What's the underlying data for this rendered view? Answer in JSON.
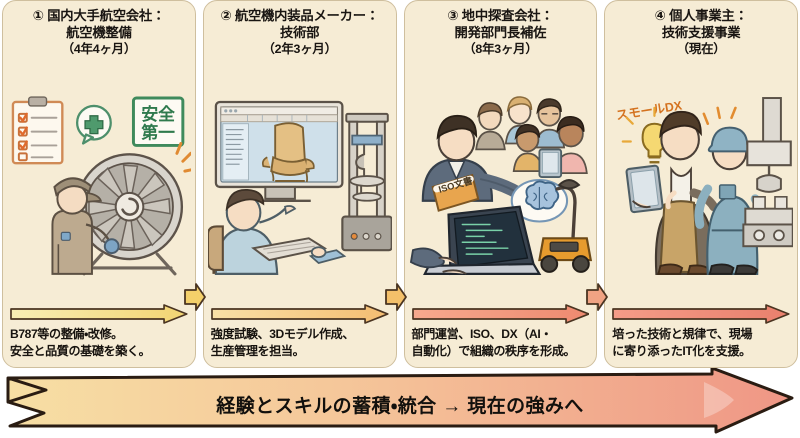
{
  "document": {
    "type": "career-timeline-infographic",
    "language": "ja",
    "background_color": "#ffffff",
    "panel_background": "#f6ecd5",
    "panel_border": "#cfbf9e"
  },
  "panels": [
    {
      "number": "①",
      "title_line1": "① 国内大手航空会社：",
      "title_line2": "航空機整備",
      "duration": "（4年4ヶ月）",
      "caption_line1": "B787等の整備・改修。",
      "caption_line2": "安全と品質の基礎を築く。",
      "arrow_color_start": "#f7e9a8",
      "arrow_color_end": "#f3d878",
      "illustration": {
        "name": "aircraft-maintenance-scene",
        "alt": "整備士がジェットエンジンを整備するイラスト",
        "labels": {
          "safety_sign_line1": "安全",
          "safety_sign_line2": "第一",
          "checklist_icon": "clipboard-checklist-icon",
          "medical_icon": "green-cross-icon"
        }
      }
    },
    {
      "number": "②",
      "title_line1": "② 航空機内装品メーカー：",
      "title_line2": "技術部",
      "duration": "（2年3ヶ月）",
      "caption_line1": "強度試験、3Dモデル作成、",
      "caption_line2": "生産管理を担当。",
      "arrow_color_start": "#f9dda0",
      "arrow_color_end": "#f5c277",
      "illustration": {
        "name": "cad-engineering-scene",
        "alt": "CADで航空機シートを設計し強度試験機を使う技術者のイラスト",
        "labels": {
          "monitor_icon": "cad-monitor-icon",
          "seat_icon": "aircraft-seat-3d-model-icon",
          "test_machine_icon": "strength-testing-machine-icon"
        }
      }
    },
    {
      "number": "③",
      "title_line1": "③ 地中探査会社：",
      "title_line2": "開発部門長補佐",
      "duration": "（8年3ヶ月）",
      "caption_line1": "部門運営、ISO、DX（AI・",
      "caption_line2": "自動化）で組織の秩序を形成。",
      "arrow_color_start": "#f5a68c",
      "arrow_color_end": "#ef8e74",
      "illustration": {
        "name": "department-management-dx-scene",
        "alt": "部門長補佐がISO文書を持ちチームを指揮し、AIと探査ロボットを扱うイラスト",
        "labels": {
          "binder_label": "ISO文書",
          "ai_icon": "brain-thought-bubble-icon",
          "robot_icon": "ground-survey-robot-icon",
          "laptop_icon": "coding-laptop-icon"
        }
      }
    },
    {
      "number": "④",
      "title_line1": "④ 個人事業主：",
      "title_line2": "技術支援事業",
      "duration": "（現在）",
      "caption_line1": "培った技術と規律で、現場",
      "caption_line2": "に寄り添ったIT化を支援。",
      "arrow_color_start": "#f29a86",
      "arrow_color_end": "#ea8370",
      "illustration": {
        "name": "small-dx-support-scene",
        "alt": "タブレットを持つ支援者が現場作業員に寄り添うイラスト",
        "labels": {
          "small_dx_text": "スモールDX",
          "idea_icon": "lightbulb-icon",
          "tablet_icon": "tablet-icon",
          "factory_icon": "factory-machine-icon"
        }
      }
    }
  ],
  "connectors": [
    {
      "name": "connector-1-to-2",
      "icon": "right-arrow-icon",
      "color": "#f4d06a"
    },
    {
      "name": "connector-2-to-3",
      "icon": "right-arrow-icon",
      "color": "#f4c06a"
    },
    {
      "name": "connector-3-to-4",
      "icon": "right-arrow-icon",
      "color": "#f0a383"
    }
  ],
  "ribbon": {
    "text": "経験とスキルの蓄積・統合  →  現在の強みへ",
    "gradient_start": "#f7dfa4",
    "gradient_end": "#ef9685",
    "outline": "#2a1c12",
    "shape": "banner-arrow-right"
  }
}
